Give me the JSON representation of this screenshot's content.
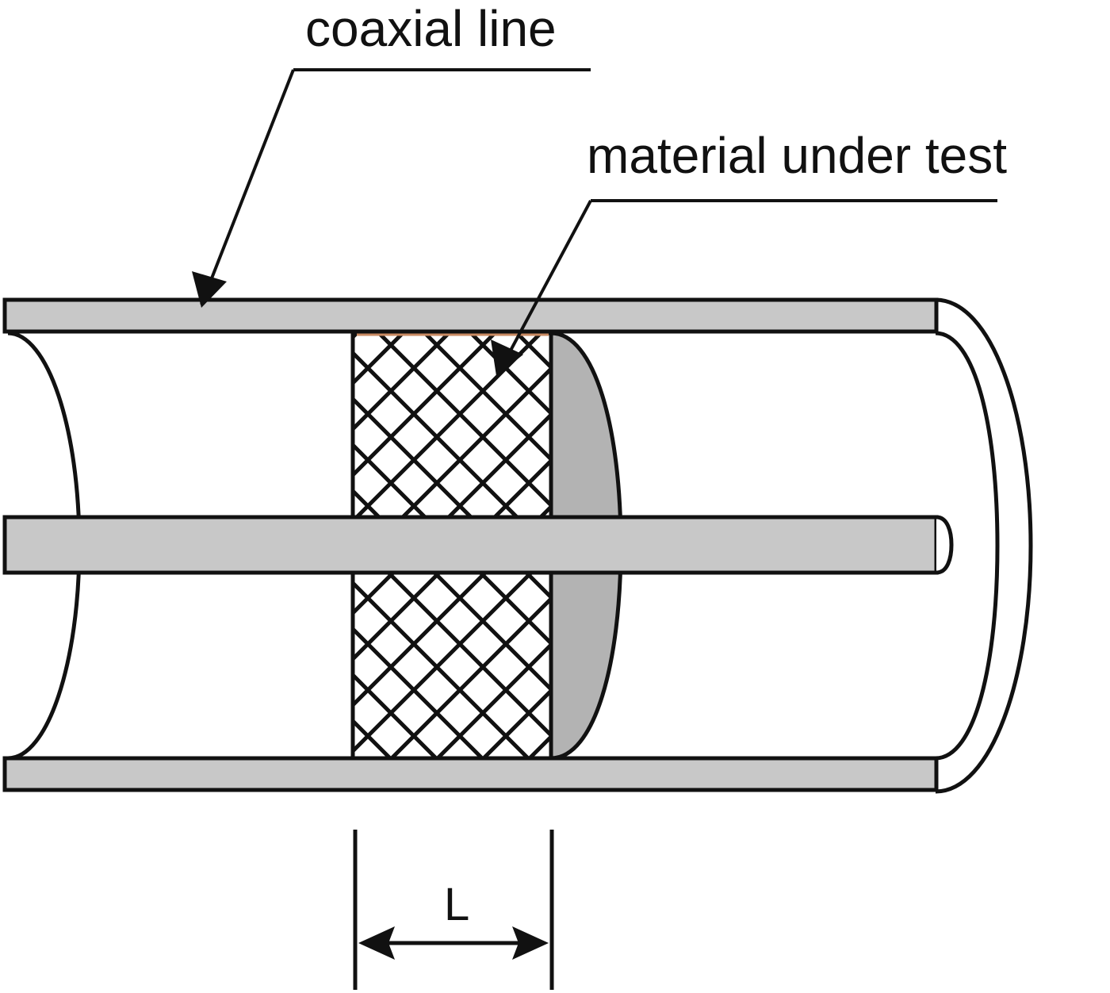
{
  "labels": {
    "coaxial_line": "coaxial line",
    "material_under_test": "material under test",
    "length": "L"
  },
  "colors": {
    "conductor": "#c8c8c8",
    "sample_end_face": "#b3b3b3",
    "outline": "#111111",
    "sample_edge": "#c98a62"
  }
}
